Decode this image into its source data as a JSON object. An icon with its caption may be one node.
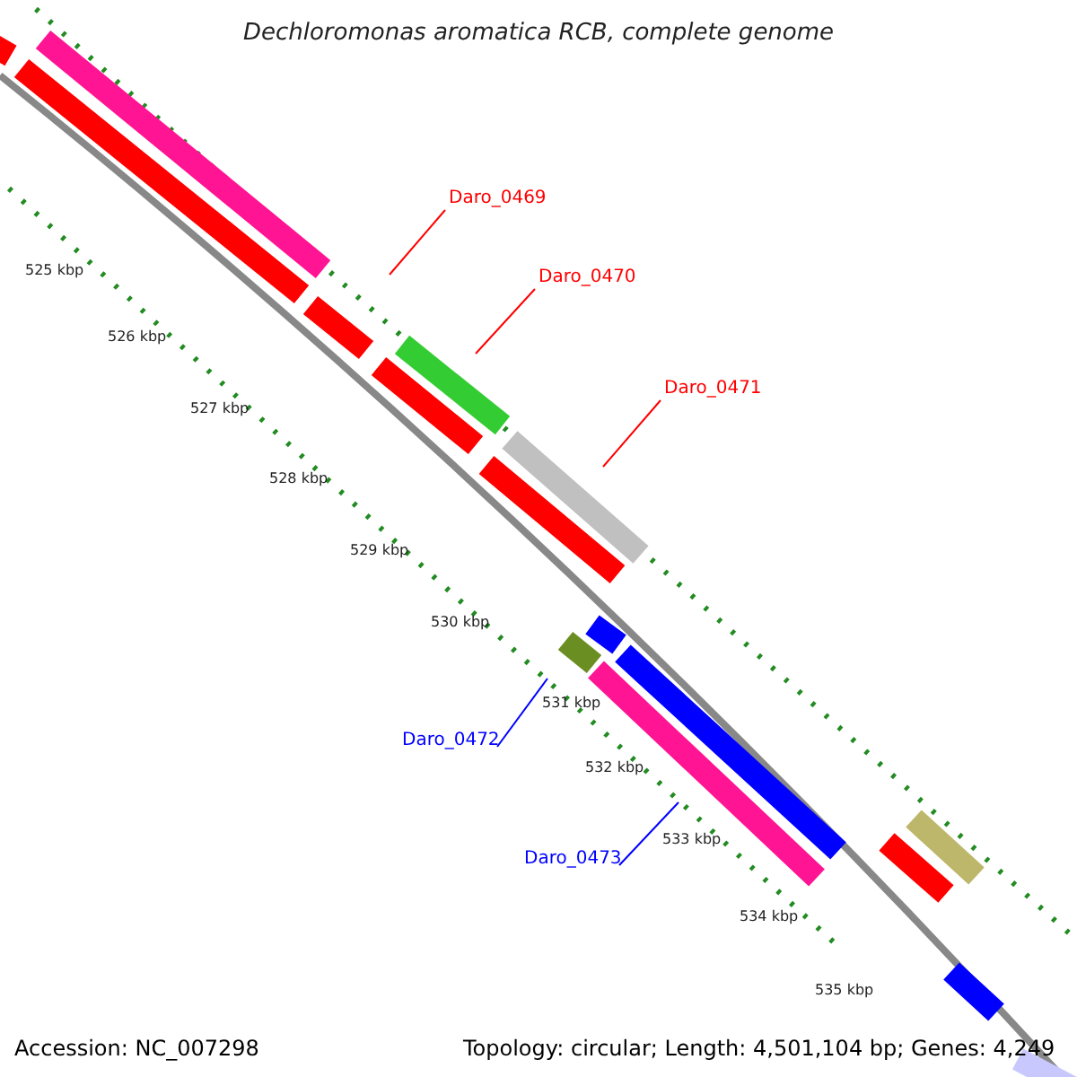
{
  "diagram": {
    "title": "Dechloromonas aromatica RCB, complete genome",
    "nodes": [
      {
        "text": [
          "Daro_0469"
        ]
      },
      {
        "text": [
          "Daro_0470"
        ]
      },
      {
        "text": [
          "Daro_0471"
        ]
      },
      {
        "text": [
          "Daro_0472"
        ]
      },
      {
        "text": [
          "Daro_0473"
        ]
      }
    ],
    "edges": [
      {
        "from": 0,
        "to": null,
        "arrow": "none"
      },
      {
        "from": 1,
        "to": null,
        "arrow": "none"
      },
      {
        "from": 2,
        "to": null,
        "arrow": "none"
      },
      {
        "from": 3,
        "to": null,
        "arrow": "none",
        "color": "#0000ff"
      },
      {
        "from": 4,
        "to": null,
        "arrow": "none",
        "color": "#0000ff"
      }
    ],
    "labels": [
      "525 kbp",
      "526 kbp",
      "527 kbp",
      "528 kbp",
      "529 kbp",
      "530 kbp",
      "531 kbp",
      "532 kbp",
      "533 kbp",
      "534 kbp",
      "535 kbp",
      "Accession: NC_007298",
      "Topology: circular; Length: 4,501,104 bp; Genes: 4,249"
    ]
  }
}
